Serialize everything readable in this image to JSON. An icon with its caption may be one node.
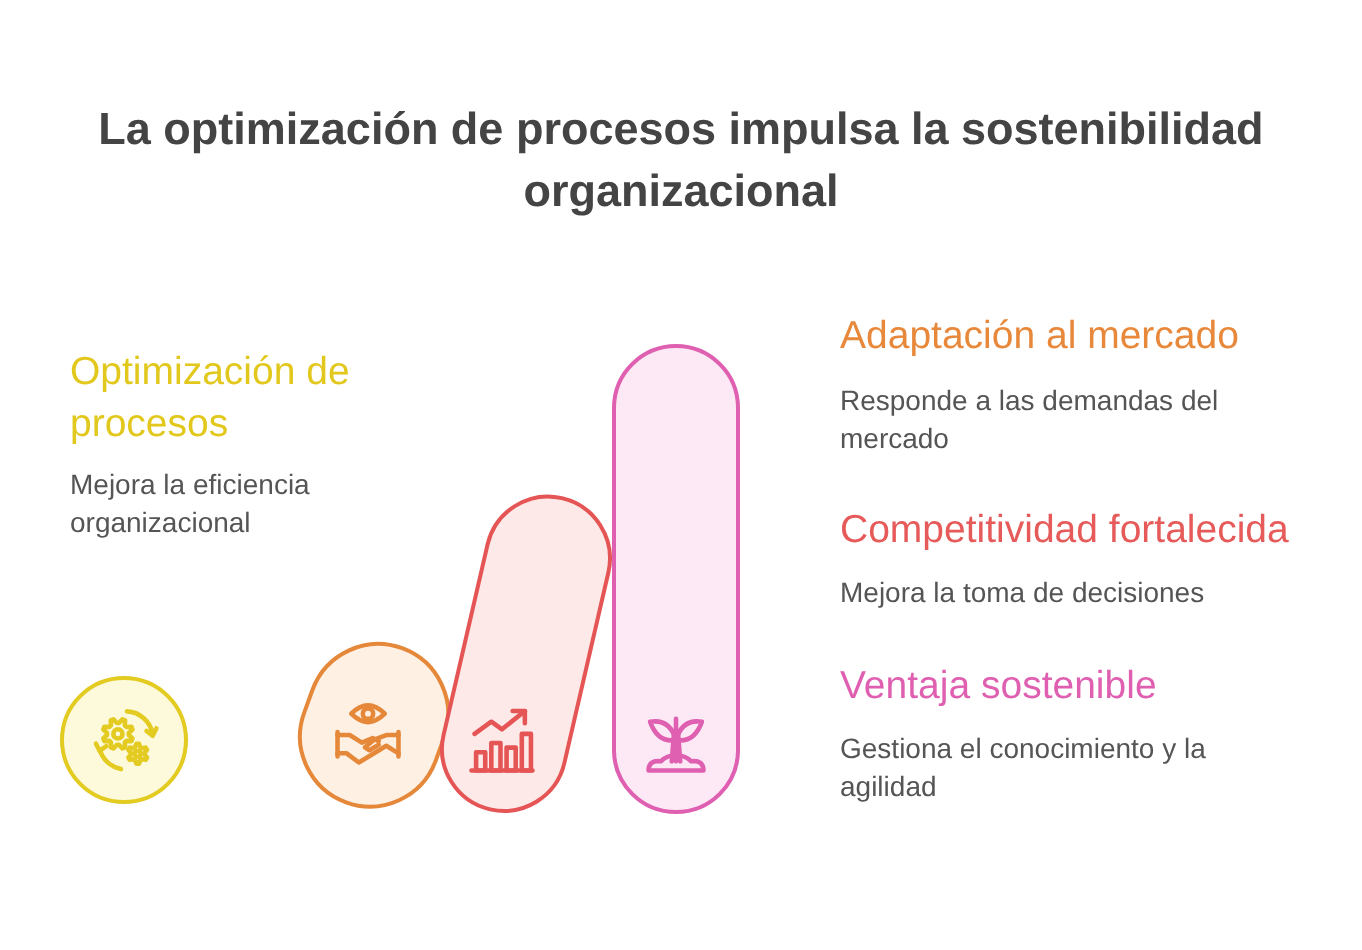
{
  "diagram": {
    "title": "La optimización de procesos impulsa la sostenibilidad organizacional",
    "nodes": [
      {
        "text": [],
        "shape": "circle",
        "beside": [
          "Optimización de procesos",
          "Mejora la eficiencia organizacional"
        ]
      },
      {
        "text": [],
        "shape": "bar",
        "beside": [
          "Adaptación al mercado",
          "Responde a las demandas del mercado"
        ]
      },
      {
        "text": [],
        "shape": "bar",
        "beside": [
          "Competitividad fortalecida",
          "Mejora la toma de decisiones"
        ]
      },
      {
        "text": [],
        "shape": "bar",
        "beside": [
          "Ventaja sostenible",
          "Gestiona el conocimiento y la agilidad"
        ]
      }
    ]
  }
}
